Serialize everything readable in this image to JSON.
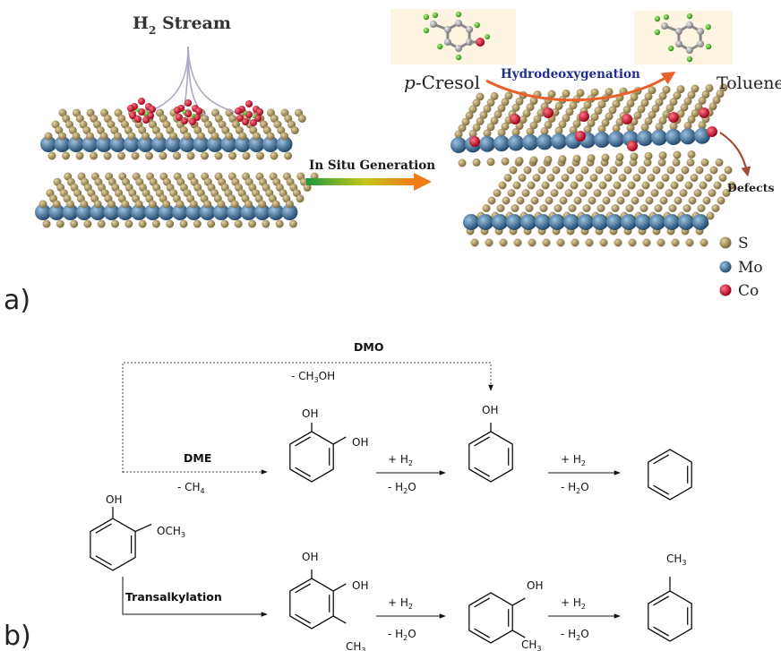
{
  "panel_a": {
    "label": "a)",
    "h2_stream": "Stream",
    "h2_symbol": "H",
    "h2_sub": "2",
    "in_situ": "In Situ Generation",
    "p_prefix": "p",
    "p_cresol": "-Cresol",
    "hdo": "Hydrodeoxygenation",
    "toluene": "Toluene",
    "defects": "Defects",
    "legend": [
      {
        "label": "S",
        "color": "#a08a55"
      },
      {
        "label": "Mo",
        "color": "#3f6d96"
      },
      {
        "label": "Co",
        "color": "#d0102a"
      }
    ]
  },
  "panel_b": {
    "label": "b)",
    "dmo": "DMO",
    "dmo_byproduct": "- CH",
    "dmo_byproduct_sub": "3",
    "dmo_byproduct_tail": "OH",
    "dme": "DME",
    "dme_byproduct": "- CH",
    "dme_byproduct_sub": "4",
    "transalkylation": "Transalkylation",
    "plus_h2": "+ H",
    "two": "2",
    "minus_h2o": "- H",
    "minus_h2o_tail": "O",
    "oh": "OH",
    "och3": "OCH",
    "och3_sub": "3",
    "ch3": "CH",
    "ch3_sub": "3"
  }
}
